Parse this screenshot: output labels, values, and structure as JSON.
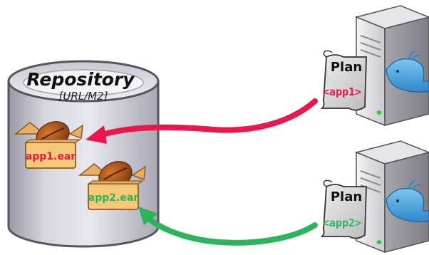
{
  "repository": {
    "title": "Repository",
    "subtitle": "[URL/M2]"
  },
  "artifacts": [
    {
      "label": "app1.ear",
      "color": "#e8194a"
    },
    {
      "label": "app2.ear",
      "color": "#2db35a"
    }
  ],
  "plans": [
    {
      "title": "Plan",
      "app": "<app1>",
      "app_color": "#e8194a"
    },
    {
      "title": "Plan",
      "app": "<app2>",
      "app_color": "#2db35a"
    }
  ],
  "arrows": [
    {
      "from": "plan-app1",
      "to": "app1.ear",
      "color": "#e8194a"
    },
    {
      "from": "plan-app2",
      "to": "app2.ear",
      "color": "#2db35a"
    }
  ],
  "icons": [
    "repository-cylinder-icon",
    "box-with-bean-icon",
    "server-tower-icon",
    "whale-logo-icon",
    "plan-document-icon"
  ]
}
